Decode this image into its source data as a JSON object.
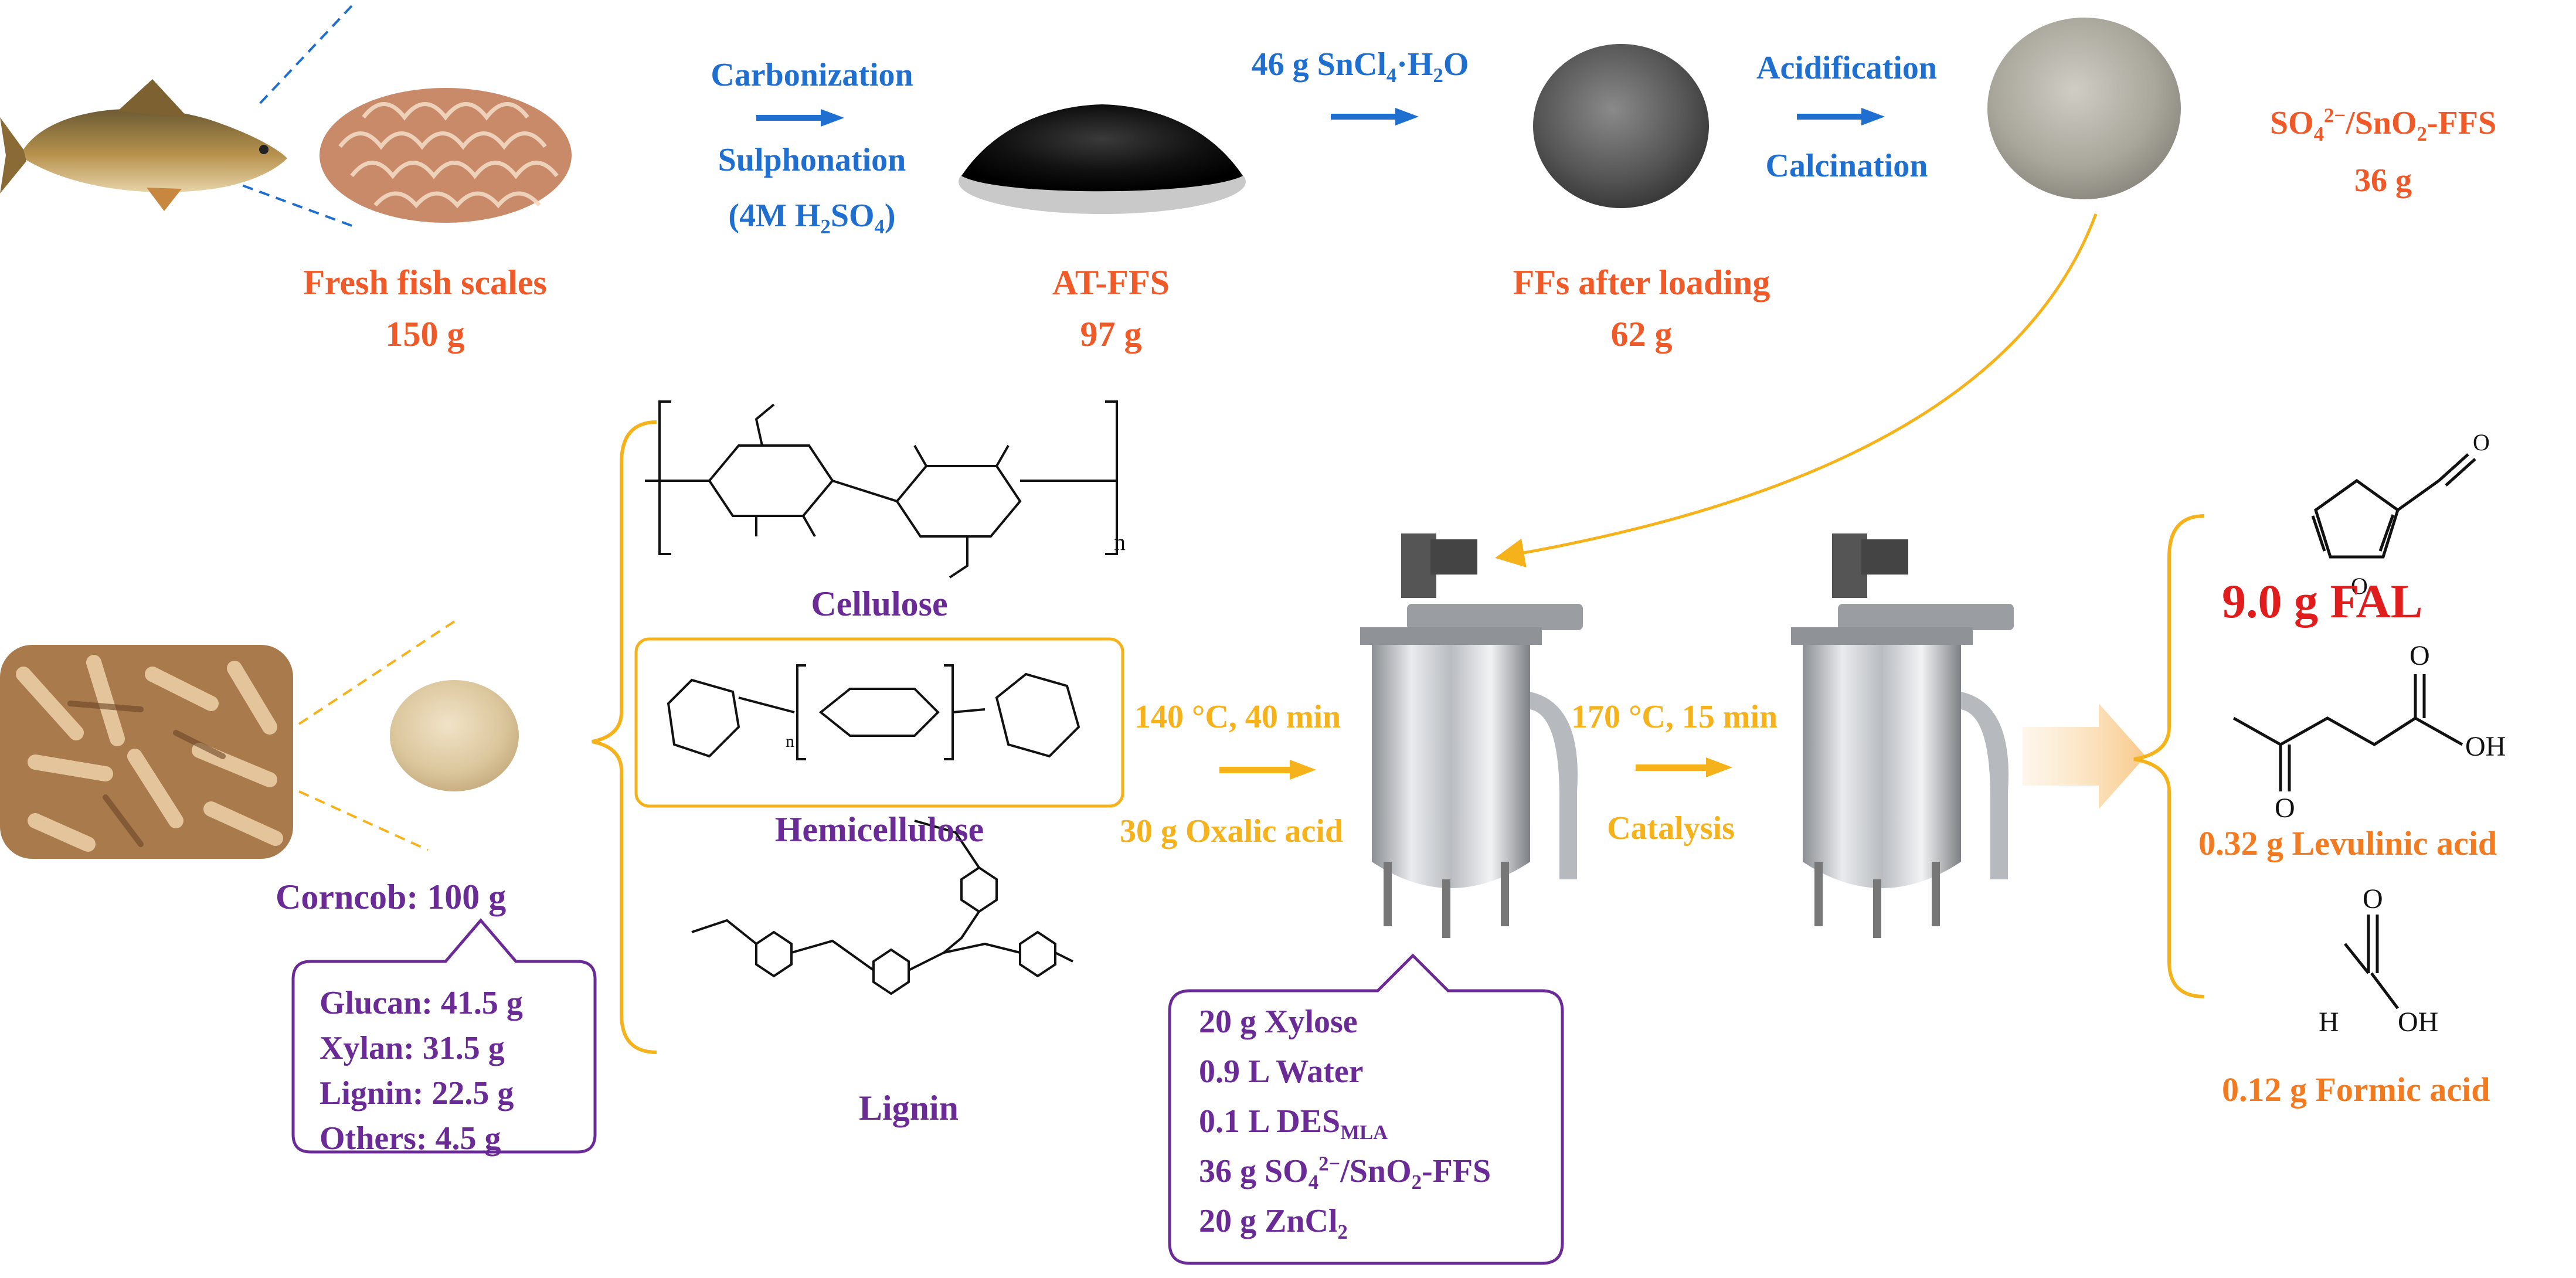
{
  "fish_stage": {
    "label": "Fresh fish scales",
    "mass": "150 g"
  },
  "step1": {
    "line1": "Carbonization",
    "line2": "Sulphonation",
    "line3_pre": "(4M H",
    "line3_sub1": "2",
    "line3_mid": "SO",
    "line3_sub2": "4",
    "line3_post": ")"
  },
  "atffs": {
    "label": "AT-FFS",
    "mass": "97 g"
  },
  "step2": {
    "pre": "46 g SnCl",
    "sub1": "4",
    "mid": "·H",
    "sub2": "2",
    "post": "O"
  },
  "loaded": {
    "label": "FFs after loading",
    "mass": "62 g"
  },
  "step3": {
    "line1": "Acidification",
    "line2": "Calcination"
  },
  "catalyst": {
    "so": "SO",
    "sub1": "4",
    "sup1": "2−",
    "mid": "/SnO",
    "sub2": "2",
    "post": "-FFS",
    "mass": "36 g"
  },
  "polymers": {
    "cellulose": "Cellulose",
    "hemicellulose": "Hemicellulose",
    "lignin": "Lignin",
    "cellulose_subscript": "n",
    "hemi_subscript": "n"
  },
  "corncob": {
    "label": "Corncob: 100 g",
    "composition": [
      "Glucan: 41.5 g",
      "Xylan: 31.5 g",
      "Lignin: 22.5 g",
      "Others: 4.5 g"
    ]
  },
  "pretreat": {
    "cond": "140 °C, 40 min",
    "reagent": "30 g Oxalic acid"
  },
  "reaction": {
    "cond": "170 °C, 15 min",
    "label": "Catalysis"
  },
  "reactor_box": {
    "line1": "20 g Xylose",
    "line2": "0.9 L Water",
    "line3_pre": "0.1 L DES",
    "line3_sub": "MLA",
    "line4_pre": "36 g SO",
    "line4_sub1": "4",
    "line4_sup": "2−",
    "line4_mid": "/SnO",
    "line4_sub2": "2",
    "line4_post": "-FFS",
    "line5_pre": "20 g ZnCl",
    "line5_sub": "2"
  },
  "products": {
    "fal": "9.0 g  FAL",
    "levulinic": "0.32 g Levulinic acid",
    "formic": "0.12 g Formic acid",
    "atom_o": "O",
    "atom_oh": "OH",
    "atom_h": "H",
    "atom_o_formic": "O",
    "atom_oh_formic": "OH",
    "atom_o_lev": "O"
  },
  "colors": {
    "blue": "#1f6fd0",
    "red": "#f05a28",
    "orange": "#f6b21a",
    "purple": "#6a2b96",
    "product_orange": "#f47a20"
  },
  "icons": [
    "fish-icon",
    "fish-scales-icon",
    "black-powder-icon",
    "grey-disc-icon",
    "catalyst-powder-icon",
    "corncob-pellets-icon",
    "corncob-powder-icon",
    "reactor-icon"
  ]
}
